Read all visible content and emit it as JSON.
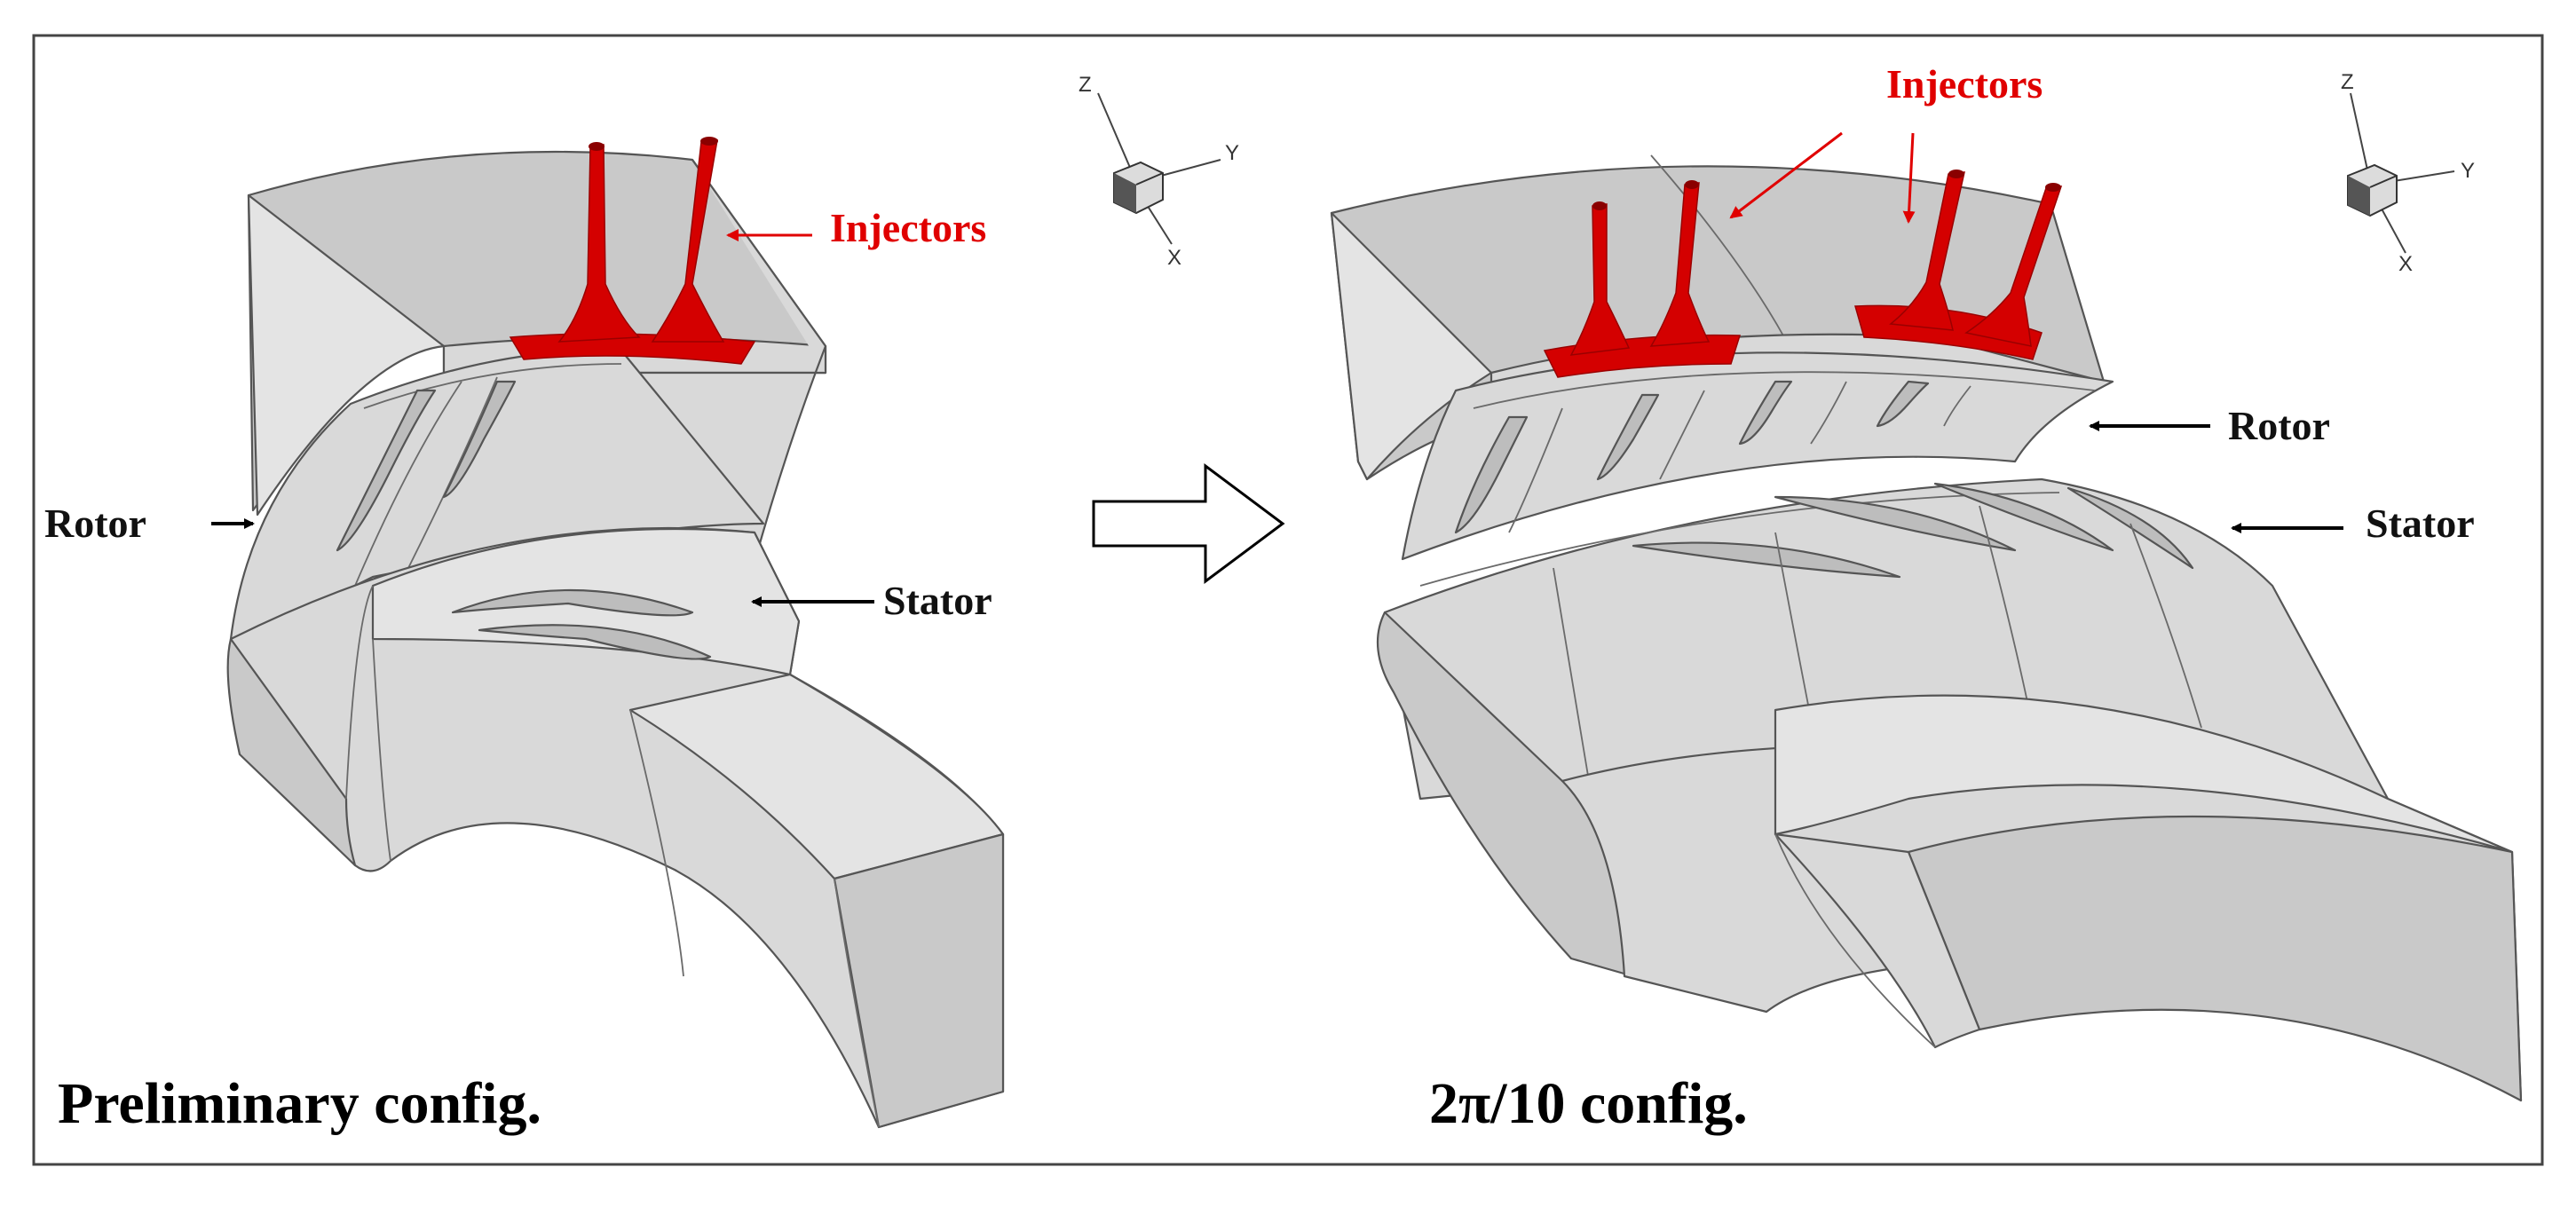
{
  "labels": {
    "left_injectors": "Injectors",
    "left_rotor": "Rotor",
    "left_stator": "Stator",
    "left_caption": "Preliminary config.",
    "right_injectors": "Injectors",
    "right_rotor": "Rotor",
    "right_stator": "Stator",
    "right_caption": "2π/10 config."
  },
  "axes_triad": {
    "z": "Z",
    "y": "Y",
    "x": "X"
  },
  "colors": {
    "injector": "#d40000",
    "label_red": "#e00000",
    "geometry": "#d9d9d9",
    "border": "#555555"
  }
}
